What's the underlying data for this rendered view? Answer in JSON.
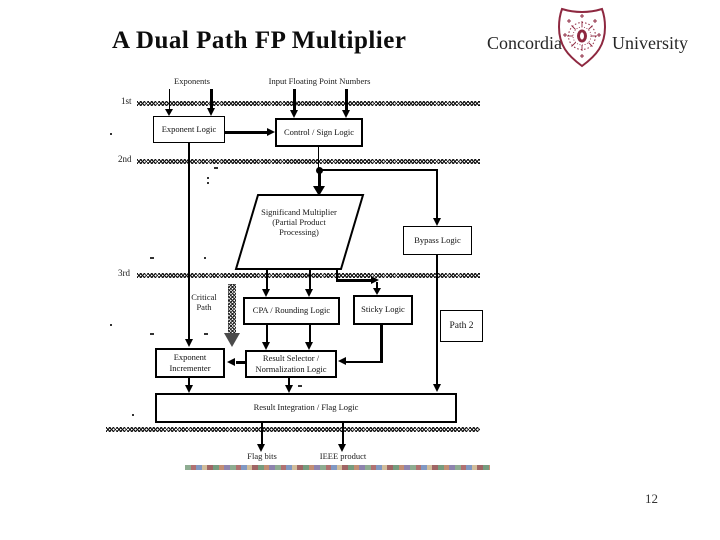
{
  "header": {
    "title": "A Dual Path FP Multiplier",
    "brand_left": "Concordia",
    "brand_right": "University"
  },
  "colors": {
    "brand": "#8e2840"
  },
  "page": {
    "number": "12"
  },
  "diagram": {
    "io": {
      "exponents": "Exponents",
      "inputs": "Input Floating Point Numbers",
      "flag_bits": "Flag bits",
      "ieee_product": "IEEE product"
    },
    "stages": {
      "first": "1st",
      "second": "2nd",
      "third": "3rd"
    },
    "annotations": {
      "critical_path": [
        "Critical",
        "Path"
      ],
      "path2": "Path 2"
    },
    "blocks": {
      "exponent_logic": {
        "label": "Exponent Logic"
      },
      "control_sign": {
        "label": "Control / Sign Logic"
      },
      "significand": {
        "lines": [
          "Significand Multiplier",
          "(Partial Product",
          "Processing)"
        ]
      },
      "bypass": {
        "label": "Bypass Logic"
      },
      "cpa": {
        "label": "CPA / Rounding Logic"
      },
      "sticky": {
        "label": "Sticky Logic"
      },
      "exponent_incrementer": {
        "lines": [
          "Exponent",
          "Incrementer"
        ]
      },
      "result_selector": {
        "lines": [
          "Result Selector /",
          "Normalization Logic"
        ]
      },
      "result_integration": {
        "label": "Result Integration / Flag Logic"
      }
    }
  }
}
